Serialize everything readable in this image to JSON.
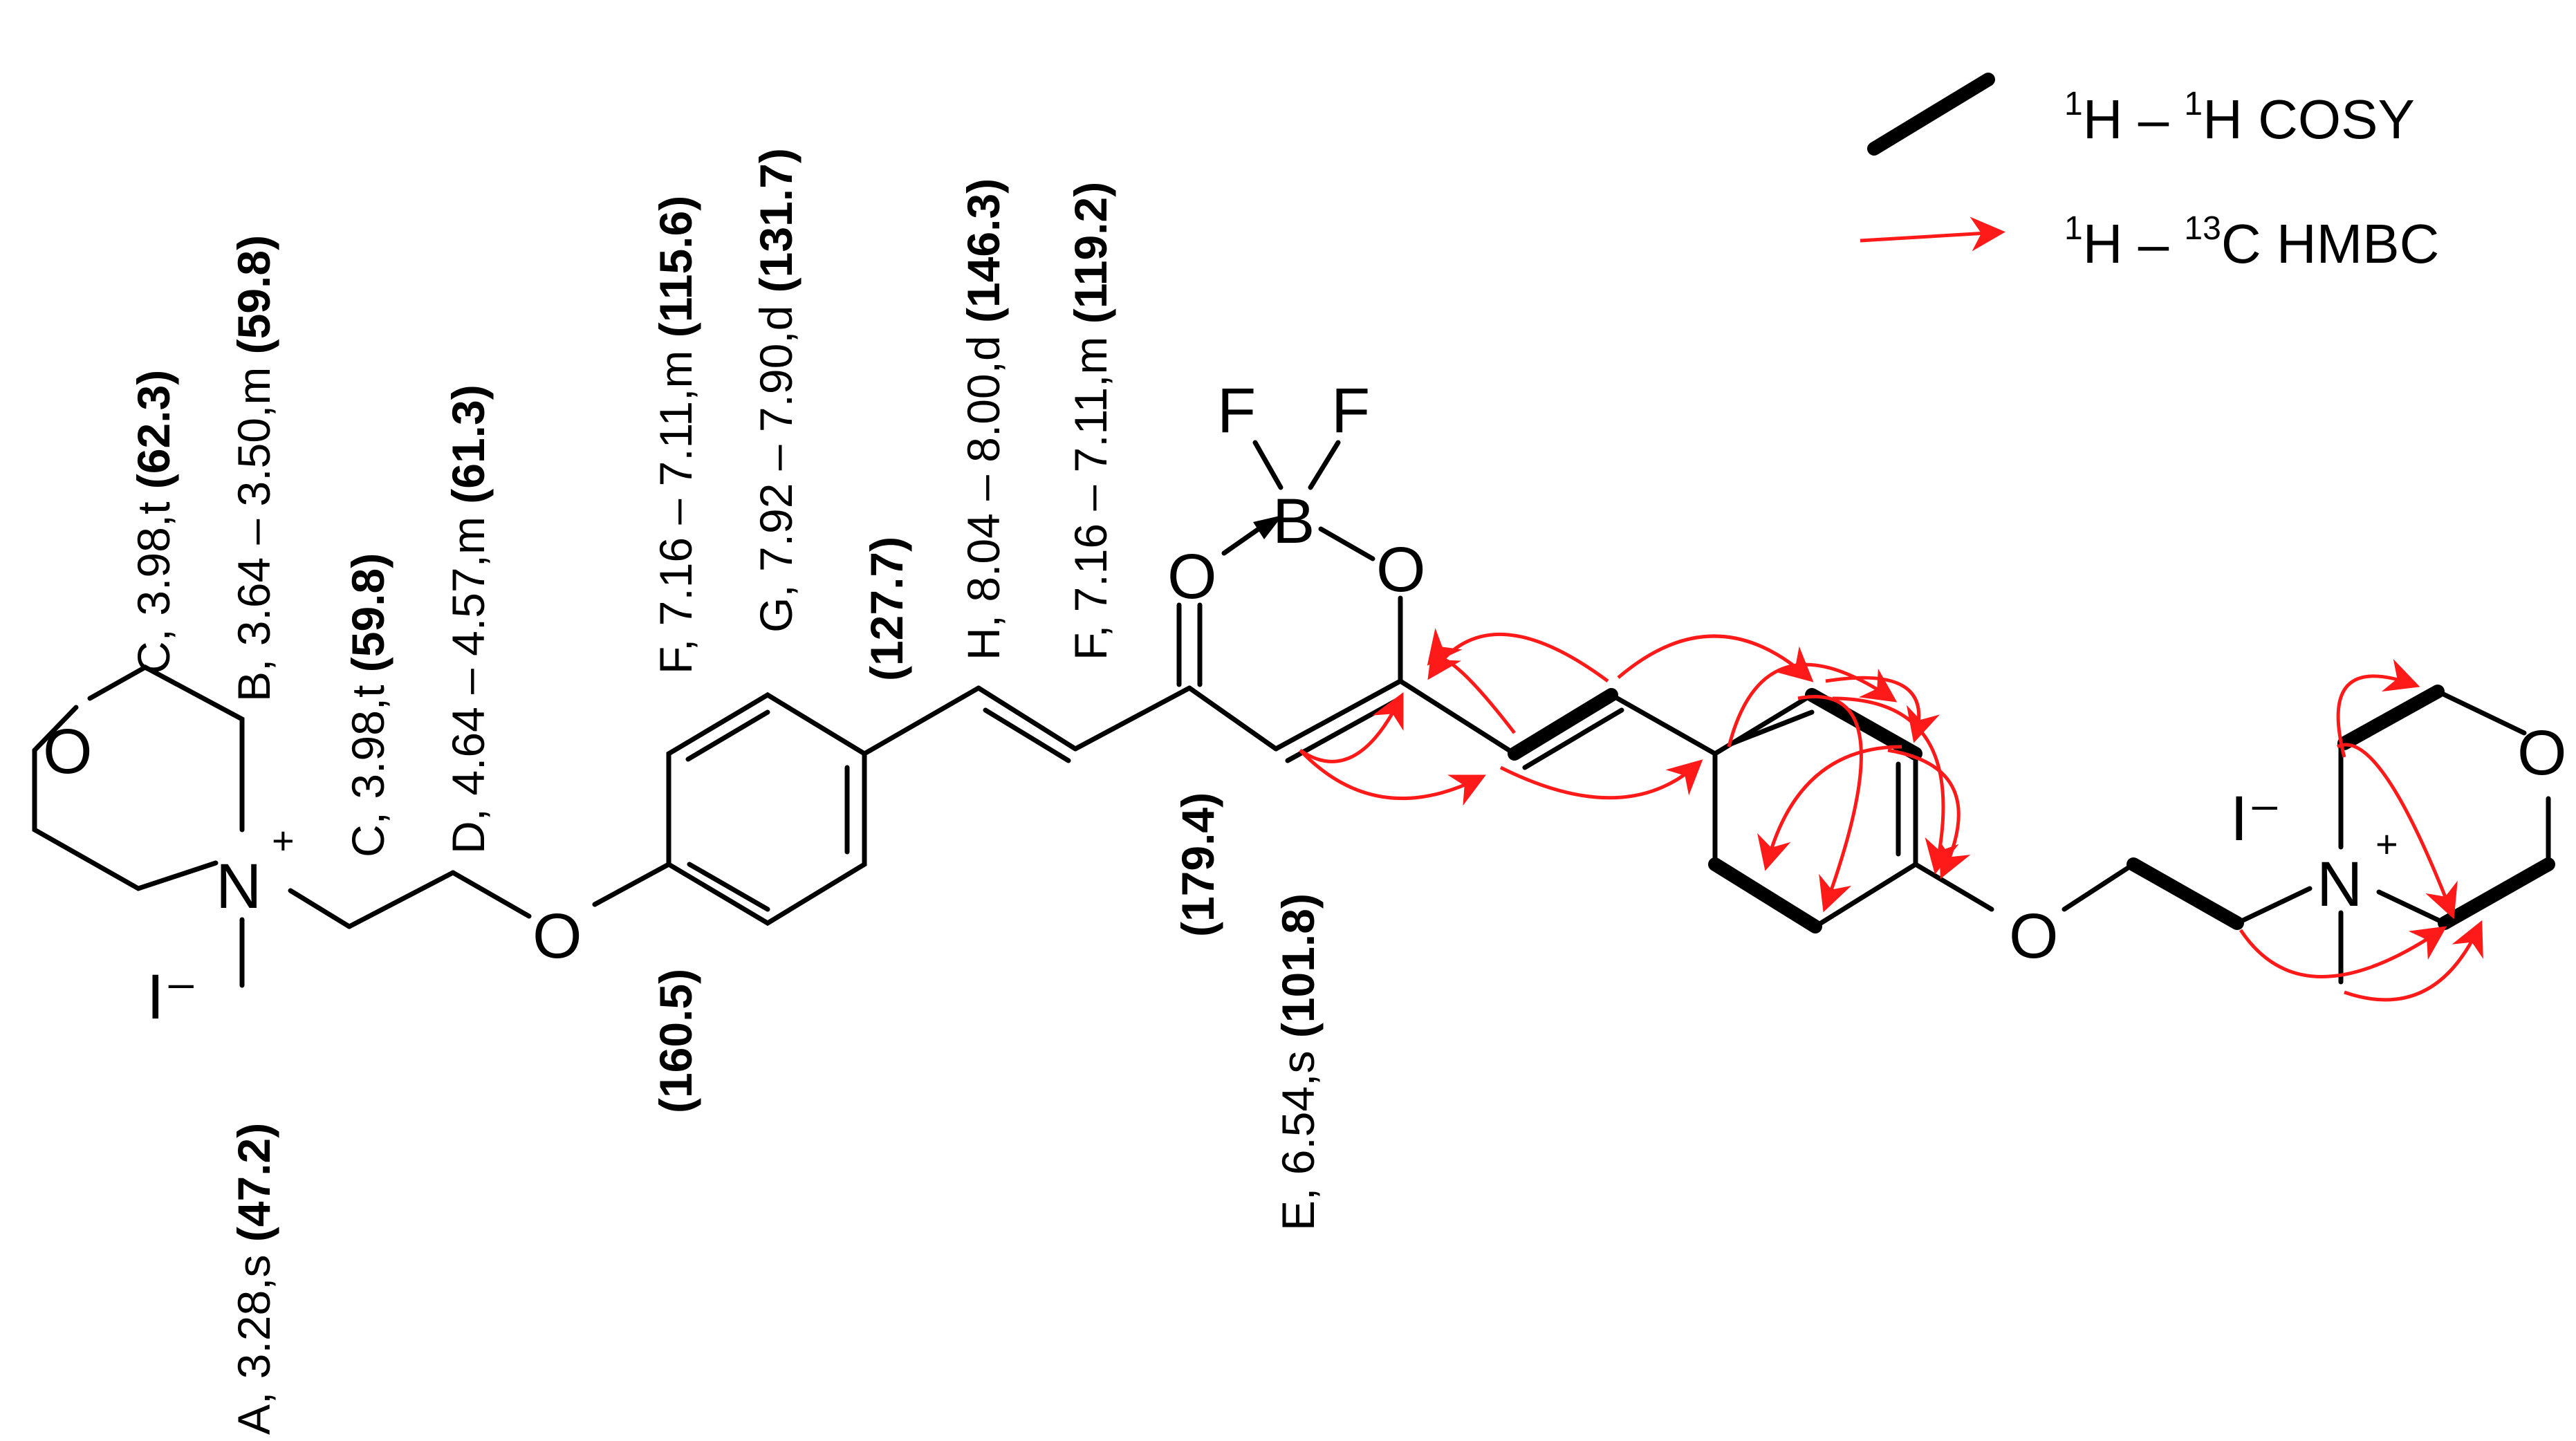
{
  "legend": {
    "cosy": {
      "sup1": "1",
      "mid": "H – ",
      "sup2": "1",
      "end": "H COSY"
    },
    "hmbc": {
      "sup1": "1",
      "mid": "H – ",
      "sup2": "13",
      "end": "C HMBC"
    }
  },
  "colors": {
    "bond": "#000000",
    "hmbc": "#ff1a1a"
  },
  "atoms": {
    "o": "O",
    "n": "N",
    "plus": "+",
    "iodide": "I⁻",
    "b": "B",
    "f": "F"
  },
  "labels": [
    {
      "id": "A",
      "text": "A, 3.28,s ",
      "shift": "(47.2)"
    },
    {
      "id": "C1",
      "text": "C, 3.98,t ",
      "shift": "(62.3)"
    },
    {
      "id": "B",
      "text": "B, 3.64 – 3.50,m ",
      "shift": "(59.8)"
    },
    {
      "id": "C2",
      "text": "C, 3.98,t ",
      "shift": "(59.8)"
    },
    {
      "id": "D",
      "text": "D, 4.64 – 4.57,m ",
      "shift": "(61.3)"
    },
    {
      "id": "Q1",
      "text": "",
      "shift": "(160.5)"
    },
    {
      "id": "F1",
      "text": "F, 7.16 – 7.11,m ",
      "shift": "(115.6)"
    },
    {
      "id": "G",
      "text": "G, 7.92 – 7.90,d ",
      "shift": "(131.7)"
    },
    {
      "id": "Q2",
      "text": "",
      "shift": "(127.7)"
    },
    {
      "id": "H",
      "text": "H, 8.04 – 8.00,d ",
      "shift": "(146.3)"
    },
    {
      "id": "F2",
      "text": "F, 7.16 – 7.11,m ",
      "shift": "(119.2)"
    },
    {
      "id": "Q3",
      "text": "",
      "shift": "(179.4)"
    },
    {
      "id": "E",
      "text": "E, 6.54,s ",
      "shift": "(101.8)"
    }
  ]
}
